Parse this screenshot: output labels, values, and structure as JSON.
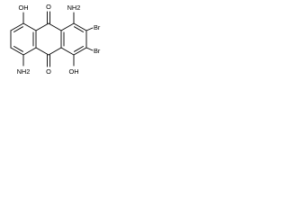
{
  "molecule": {
    "atoms": {
      "o_carbonyl_top": "O",
      "o_carbonyl_bottom": "O",
      "oh_left_top": "OH",
      "nh2_left_bottom": "NH2",
      "nh2_right_top": "NH2",
      "br_right_upper": "Br",
      "br_right_lower": "Br",
      "oh_right_bottom": "OH"
    }
  }
}
